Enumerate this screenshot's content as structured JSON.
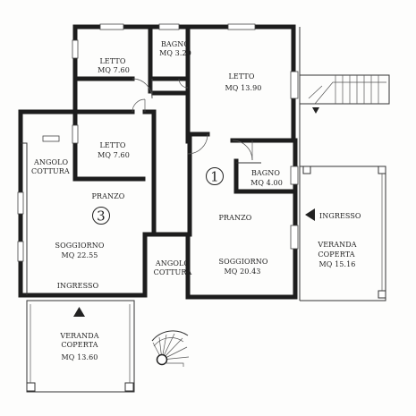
{
  "floor_plan": {
    "units": [
      {
        "number": "1"
      },
      {
        "number": "3"
      }
    ],
    "rooms": {
      "letto_nw": {
        "name": "LETTO",
        "area": "MQ 7.60"
      },
      "bagno_n": {
        "name": "BAGNO",
        "area": "MQ 3.20"
      },
      "letto_ne": {
        "name": "LETTO",
        "area": "MQ 13.90"
      },
      "letto_w": {
        "name": "LETTO",
        "area": "MQ 7.60"
      },
      "bagno_e": {
        "name": "BAGNO",
        "area": "MQ 4.00"
      },
      "angolo_cottura_w": {
        "line1": "ANGOLO",
        "line2": "COTTURA"
      },
      "pranzo_w": {
        "name": "PRANZO"
      },
      "pranzo_e": {
        "name": "PRANZO"
      },
      "soggiorno_w": {
        "name": "SOGGIORNO",
        "area": "MQ 22.55"
      },
      "soggiorno_e": {
        "name": "SOGGIORNO",
        "area": "MQ 20.43"
      },
      "angolo_cottura_e": {
        "line1": "ANGOLO",
        "line2": "COTTURA"
      },
      "veranda_e": {
        "line1": "VERANDA",
        "line2": "COPERTA",
        "area": "MQ 15.16"
      },
      "veranda_s": {
        "line1": "VERANDA",
        "line2": "COPERTA",
        "area": "MQ 13.60"
      }
    },
    "entrances": {
      "east": {
        "label": "INGRESSO"
      },
      "south": {
        "label": "INGRESSO"
      }
    }
  }
}
